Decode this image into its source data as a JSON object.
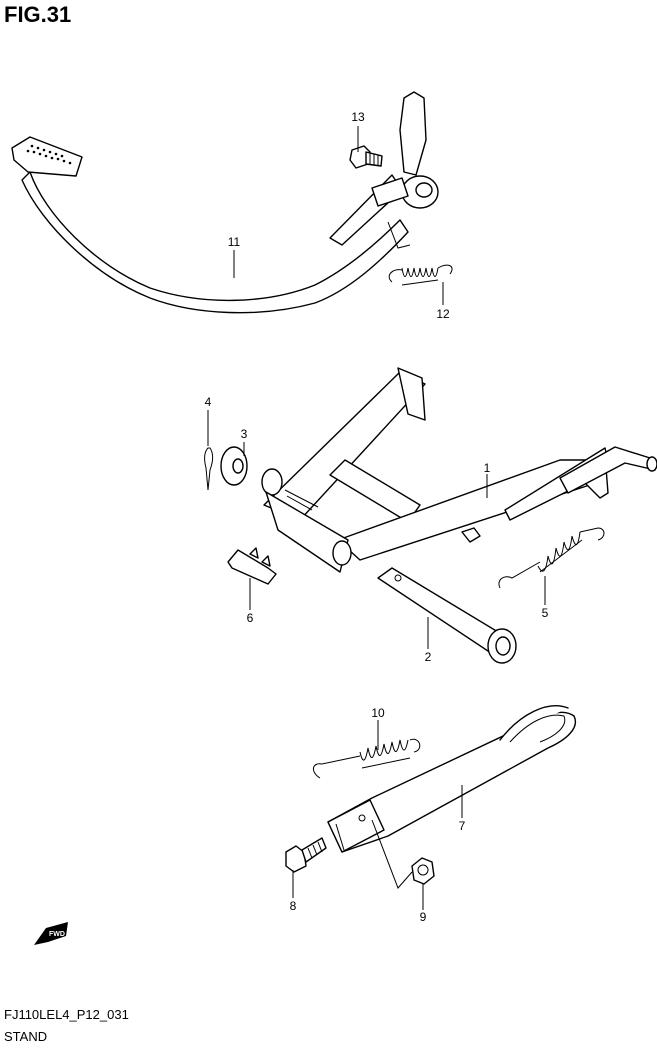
{
  "figure": {
    "title": "FIG.31",
    "drawing_code": "FJ110LEL4_P12_031",
    "caption": "STAND",
    "fwd_label": "FWD"
  },
  "parts": [
    {
      "number": "1",
      "name": "center-stand"
    },
    {
      "number": "2",
      "name": "stand-pivot-shaft"
    },
    {
      "number": "3",
      "name": "washer"
    },
    {
      "number": "4",
      "name": "cotter-pin"
    },
    {
      "number": "5",
      "name": "center-stand-spring"
    },
    {
      "number": "6",
      "name": "stopper-rubber"
    },
    {
      "number": "7",
      "name": "side-stand"
    },
    {
      "number": "8",
      "name": "side-stand-bolt"
    },
    {
      "number": "9",
      "name": "side-stand-nut"
    },
    {
      "number": "10",
      "name": "side-stand-spring"
    },
    {
      "number": "11",
      "name": "brake-pedal"
    },
    {
      "number": "12",
      "name": "brake-pedal-spring"
    },
    {
      "number": "13",
      "name": "brake-pedal-bolt"
    }
  ]
}
